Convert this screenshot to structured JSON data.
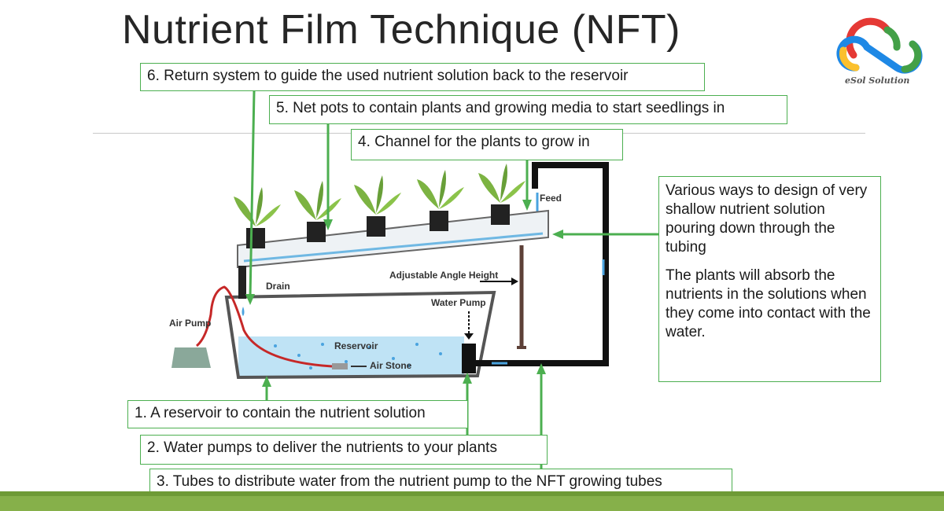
{
  "title": "Nutrient Film Technique (NFT)",
  "logo": {
    "text": "eSol Solution",
    "colors": [
      "#e53935",
      "#43a047",
      "#1e88e5",
      "#fbc02d"
    ]
  },
  "callouts": {
    "return_system": "6. Return system to guide the used nutrient solution back to the reservoir",
    "net_pots": "5. Net pots to contain plants and growing media to start seedlings in",
    "channel": "4. Channel for the plants to grow in",
    "reservoir": "1. A reservoir to contain the nutrient solution",
    "water_pumps": "2. Water pumps to deliver the nutrients to your plants",
    "tubes": "3. Tubes to distribute water from the nutrient pump to the NFT growing tubes"
  },
  "notes": {
    "para1": "Various ways to design of very shallow nutrient solution pouring down through the tubing",
    "para2": "The plants will absorb the nutrients in the solutions when they come into contact with the water."
  },
  "diagram_labels": {
    "feed": "Feed",
    "drain": "Drain",
    "adjustable": "Adjustable Angle Height",
    "water_pump": "Water Pump",
    "air_pump": "Air Pump",
    "reservoir": "Reservoir",
    "air_stone": "Air Stone"
  },
  "colors": {
    "callout_border": "#4caf50",
    "arrow": "#4caf50",
    "water": "#bfe3f5",
    "footer": "#86b04a"
  }
}
